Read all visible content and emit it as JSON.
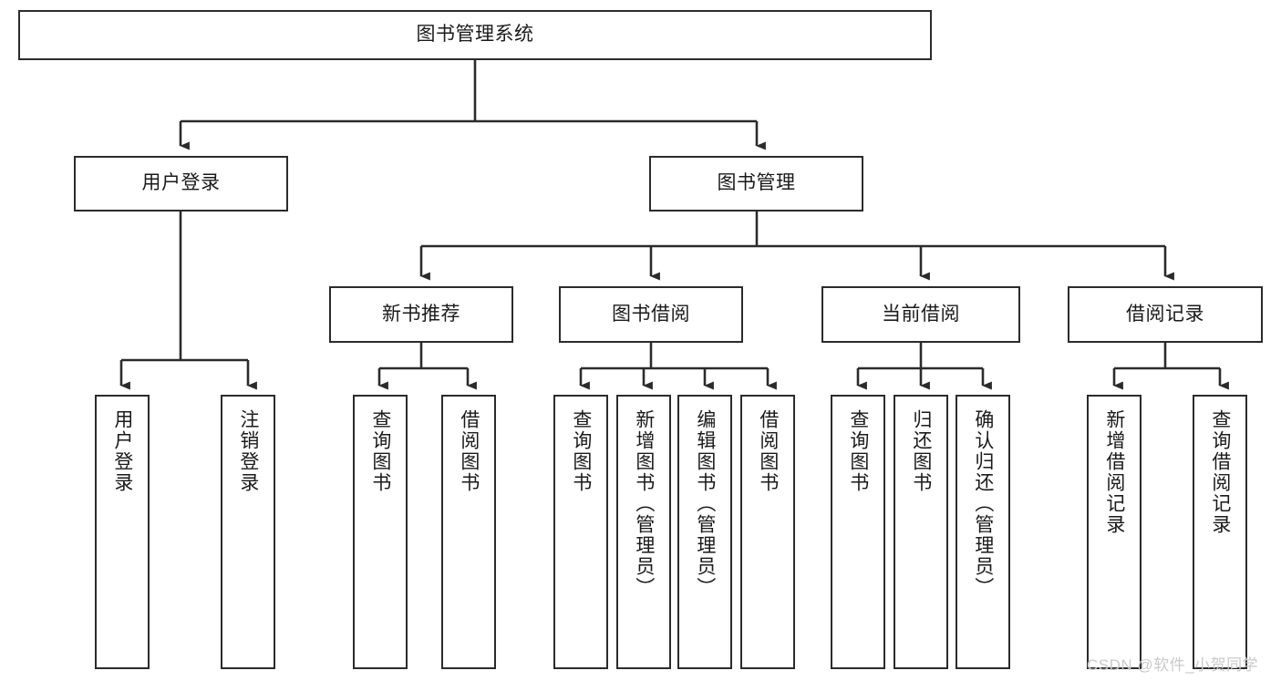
{
  "diagram": {
    "title_box": {
      "label": "图书管理系统"
    },
    "level2": [
      {
        "id": "user-login",
        "label": "用户登录"
      },
      {
        "id": "book-management",
        "label": "图书管理"
      }
    ],
    "level3": [
      {
        "id": "new-book-recommend",
        "label": "新书推荐"
      },
      {
        "id": "book-borrow",
        "label": "图书借阅"
      },
      {
        "id": "current-borrow",
        "label": "当前借阅"
      },
      {
        "id": "borrow-record",
        "label": "借阅记录"
      }
    ],
    "leaves": [
      {
        "id": "leaf-user-login",
        "label": "用户登录"
      },
      {
        "id": "leaf-user-logout",
        "label": "注销登录"
      },
      {
        "id": "leaf-query-book-1",
        "label": "查询图书"
      },
      {
        "id": "leaf-borrow-book-1",
        "label": "借阅图书"
      },
      {
        "id": "leaf-query-book-2",
        "label": "查询图书"
      },
      {
        "id": "leaf-add-book",
        "label": "新增图书（管理员）"
      },
      {
        "id": "leaf-edit-book",
        "label": "编辑图书（管理员）"
      },
      {
        "id": "leaf-borrow-book-2",
        "label": "借阅图书"
      },
      {
        "id": "leaf-query-book-3",
        "label": "查询图书"
      },
      {
        "id": "leaf-return-book",
        "label": "归还图书"
      },
      {
        "id": "leaf-confirm-return",
        "label": "确认归还（管理员）"
      },
      {
        "id": "leaf-add-record",
        "label": "新增借阅记录"
      },
      {
        "id": "leaf-query-record",
        "label": "查询借阅记录"
      }
    ],
    "colors": {
      "stroke": "#2b2b2b",
      "fill": "#ffffff",
      "text": "#1a1a1a",
      "watermark": "#c9c9c9"
    }
  },
  "watermark": {
    "text": "CSDN @软件_小贺同学"
  }
}
